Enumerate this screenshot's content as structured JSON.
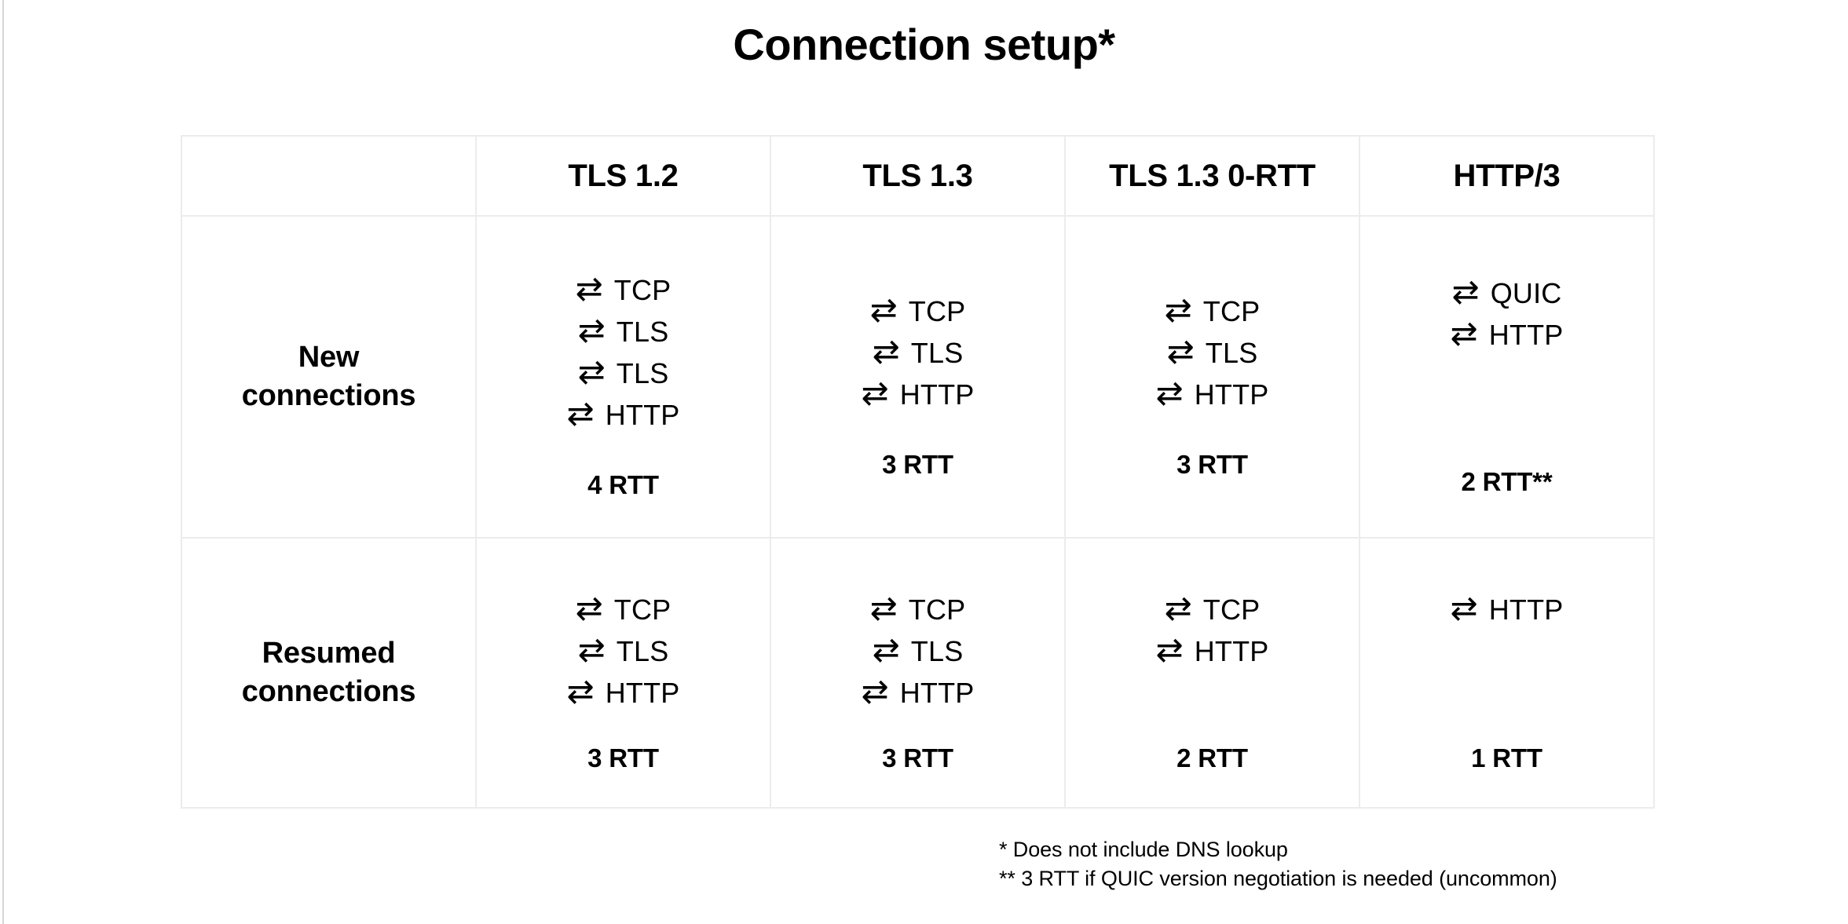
{
  "slide": {
    "title": "Connection setup*"
  },
  "table": {
    "corner_label": "",
    "columns": [
      "TLS 1.2",
      "TLS 1.3",
      "TLS 1.3 0-RTT",
      "HTTP/3"
    ],
    "arrow_icon": "⇄",
    "rows": [
      {
        "label": "New\nconnections",
        "label_line1": "New",
        "label_line2": "connections",
        "cells": [
          {
            "steps": [
              "TCP",
              "TLS",
              "TLS",
              "HTTP"
            ],
            "rtt": "4 RTT"
          },
          {
            "steps": [
              "TCP",
              "TLS",
              "HTTP"
            ],
            "rtt": "3 RTT"
          },
          {
            "steps": [
              "TCP",
              "TLS",
              "HTTP"
            ],
            "rtt": "3 RTT"
          },
          {
            "steps": [
              "QUIC",
              "HTTP"
            ],
            "rtt": "2 RTT**"
          }
        ]
      },
      {
        "label": "Resumed\nconnections",
        "label_line1": "Resumed",
        "label_line2": "connections",
        "cells": [
          {
            "steps": [
              "TCP",
              "TLS",
              "HTTP"
            ],
            "rtt": "3 RTT"
          },
          {
            "steps": [
              "TCP",
              "TLS",
              "HTTP"
            ],
            "rtt": "3 RTT"
          },
          {
            "steps": [
              "TCP",
              "HTTP"
            ],
            "rtt": "2 RTT"
          },
          {
            "steps": [
              "HTTP"
            ],
            "rtt": "1 RTT"
          }
        ]
      }
    ]
  },
  "footnotes": [
    "* Does not include DNS lookup",
    "** 3 RTT if QUIC version negotiation is needed (uncommon)"
  ],
  "colors": {
    "text": "#000000",
    "background": "#ffffff",
    "grid_line": "#ececec",
    "edge_rule": "#d4d6d8"
  },
  "chart_data": {
    "type": "table",
    "title": "Connection setup*",
    "columns": [
      "",
      "TLS 1.2",
      "TLS 1.3",
      "TLS 1.3 0-RTT",
      "HTTP/3"
    ],
    "rows": [
      {
        "label": "New connections",
        "handshakes": [
          [
            "TCP",
            "TLS",
            "TLS",
            "HTTP"
          ],
          [
            "TCP",
            "TLS",
            "HTTP"
          ],
          [
            "TCP",
            "TLS",
            "HTTP"
          ],
          [
            "QUIC",
            "HTTP"
          ]
        ],
        "rtt_labels": [
          "4 RTT",
          "3 RTT",
          "3 RTT",
          "2 RTT**"
        ],
        "rtt_values": [
          4,
          3,
          3,
          2
        ]
      },
      {
        "label": "Resumed connections",
        "handshakes": [
          [
            "TCP",
            "TLS",
            "HTTP"
          ],
          [
            "TCP",
            "TLS",
            "HTTP"
          ],
          [
            "TCP",
            "HTTP"
          ],
          [
            "HTTP"
          ]
        ],
        "rtt_labels": [
          "3 RTT",
          "3 RTT",
          "2 RTT",
          "1 RTT"
        ],
        "rtt_values": [
          3,
          3,
          2,
          1
        ]
      }
    ],
    "notes": [
      "* Does not include DNS lookup",
      "** 3 RTT if QUIC version negotiation is needed (uncommon)"
    ]
  }
}
